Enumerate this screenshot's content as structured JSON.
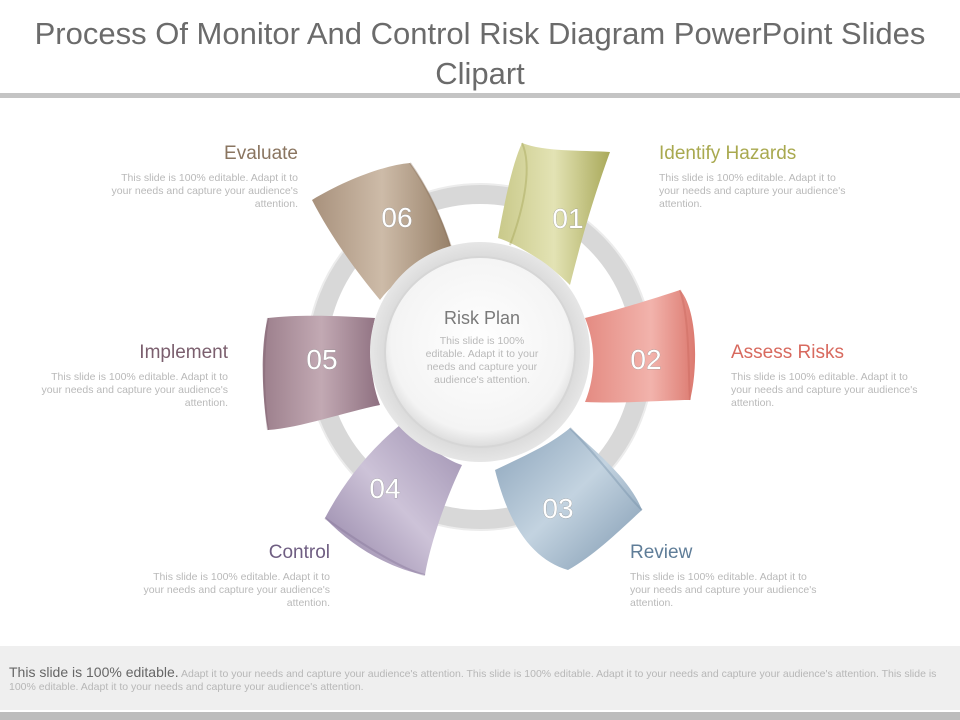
{
  "title": "Process Of Monitor And Control Risk Diagram PowerPoint Slides Clipart",
  "center": {
    "title": "Risk Plan",
    "desc": "This slide is 100% editable. Adapt it to your needs and capture your audience's attention."
  },
  "steps": [
    {
      "num": "01",
      "title": "Identify Hazards",
      "desc": "This slide is 100% editable. Adapt it to your needs and capture your audience's attention.",
      "color": "#a9a94f"
    },
    {
      "num": "02",
      "title": "Assess Risks",
      "desc": "This slide is 100% editable. Adapt it to your needs and capture your audience's attention.",
      "color": "#d86a5f"
    },
    {
      "num": "03",
      "title": "Review",
      "desc": "This slide is 100% editable. Adapt it to your needs and capture your audience's attention.",
      "color": "#5f7d98"
    },
    {
      "num": "04",
      "title": "Control",
      "desc": "This slide is 100% editable. Adapt it to your needs and capture your audience's attention.",
      "color": "#6f5e82"
    },
    {
      "num": "05",
      "title": "Implement",
      "desc": "This slide is 100% editable. Adapt it to your needs and capture your audience's attention.",
      "color": "#7b5f6e"
    },
    {
      "num": "06",
      "title": "Evaluate",
      "desc": "This slide is 100% editable. Adapt it to your needs and capture your audience's attention.",
      "color": "#8a7560"
    }
  ],
  "footer": {
    "lead": "This slide is 100% editable.",
    "body": "Adapt it to your needs and capture your audience's attention. This slide is 100% editable. Adapt it to your needs and capture your audience's attention. This slide is 100% editable. Adapt it to your needs and capture your audience's attention."
  }
}
